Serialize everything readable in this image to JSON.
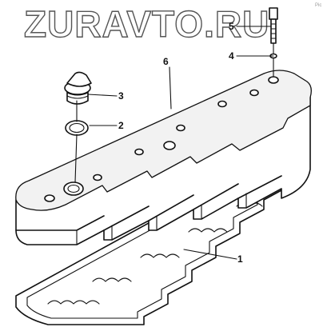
{
  "watermark": {
    "text": "ZURAVTO.RU"
  },
  "corner_mark": "Pic",
  "callouts": [
    {
      "label": "1",
      "part": "valve-cover-gasket"
    },
    {
      "label": "2",
      "part": "sealing-ring"
    },
    {
      "label": "3",
      "part": "oil-filler-cap"
    },
    {
      "label": "4",
      "part": "washer"
    },
    {
      "label": "5",
      "part": "bolt"
    },
    {
      "label": "6",
      "part": "valve-cover"
    }
  ],
  "colors": {
    "ink": "#111111",
    "watermark_outline": "#555555",
    "background": "#ffffff"
  }
}
